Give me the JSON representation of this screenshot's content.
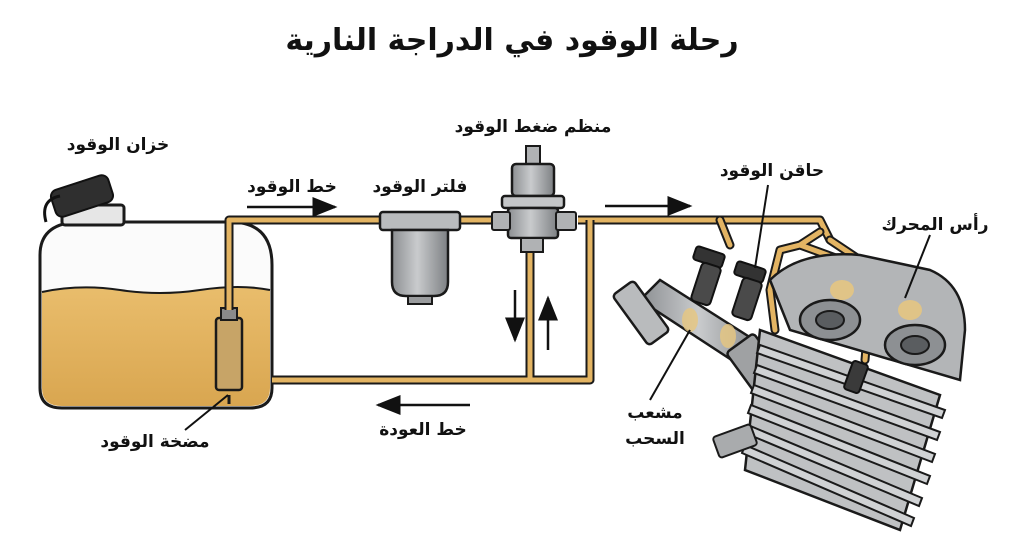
{
  "title": "رحلة الوقود في الدراجة النارية",
  "labels": {
    "fuel_tank": "خزان الوقود",
    "fuel_pump": "مضخة الوقود",
    "fuel_line": "خط الوقود",
    "fuel_filter": "فلتر الوقود",
    "pressure_regulator": "منظم ضغط الوقود",
    "return_line": "خط العودة",
    "fuel_injector": "حاقن الوقود",
    "intake_manifold_line1": "مشعب",
    "intake_manifold_line2": "السحب",
    "engine_head": "رأس المحرك"
  },
  "colors": {
    "fuel": "#e3b463",
    "fuel_dark": "#c08b2f",
    "line_outline": "#1a1a1a",
    "metal": "#a9abad",
    "metal_dark": "#6f7275",
    "background": "#ffffff"
  }
}
